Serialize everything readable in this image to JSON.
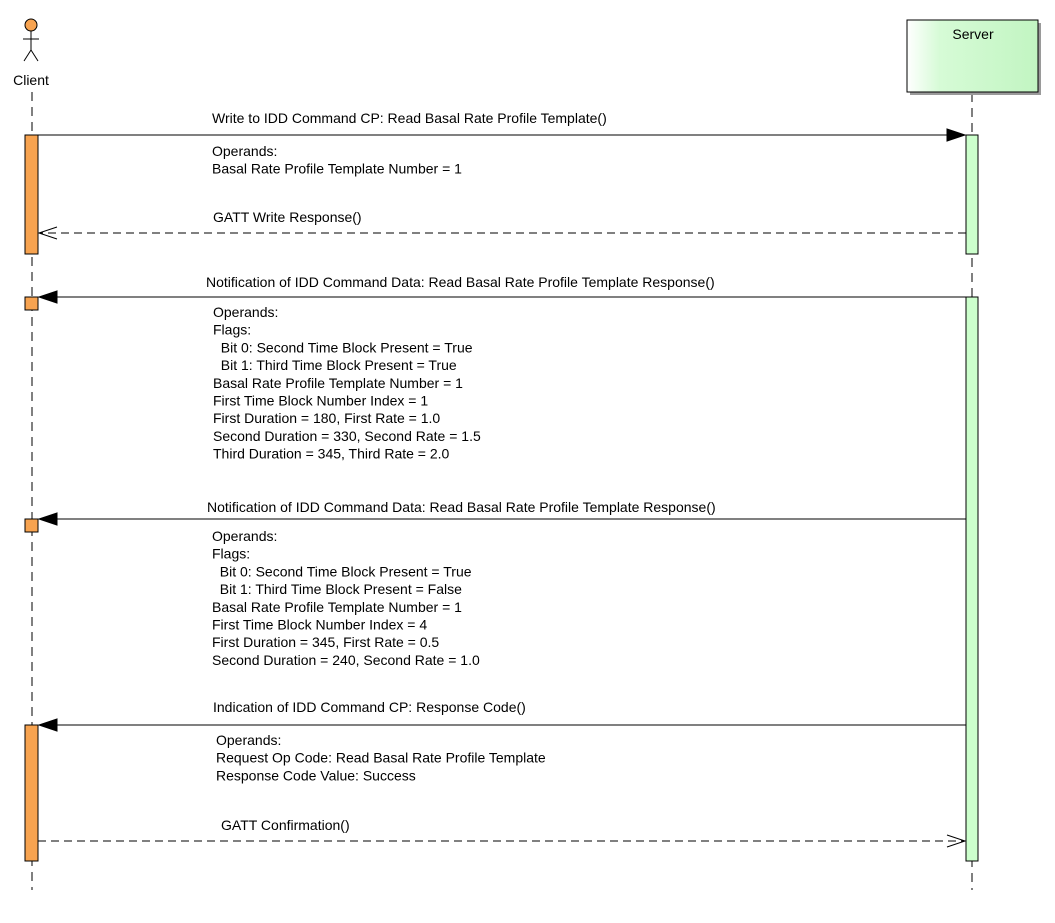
{
  "participants": {
    "client": {
      "label": "Client",
      "color": "#F7A350"
    },
    "server": {
      "label": "Server",
      "color": "#CCFFCC"
    }
  },
  "messages": [
    {
      "label": "Write to IDD Command CP: Read Basal Rate Profile Template()",
      "direction": "client-to-server",
      "style": "solid",
      "notes": [
        "Operands:",
        "Basal Rate Profile Template Number = 1"
      ]
    },
    {
      "label": "GATT Write Response()",
      "direction": "server-to-client",
      "style": "dashed",
      "notes": []
    },
    {
      "label": "Notification of IDD Command Data: Read Basal Rate Profile Template Response()",
      "direction": "server-to-client",
      "style": "solid",
      "notes": [
        "Operands:",
        "Flags:",
        "  Bit 0: Second Time Block Present = True",
        "  Bit 1: Third Time Block Present = True",
        "Basal Rate Profile Template Number = 1",
        "First Time Block Number Index = 1",
        "First Duration = 180, First Rate = 1.0",
        "Second Duration = 330, Second Rate = 1.5",
        "Third Duration = 345, Third Rate = 2.0"
      ]
    },
    {
      "label": "Notification of IDD Command Data: Read Basal Rate Profile Template Response()",
      "direction": "server-to-client",
      "style": "solid",
      "notes": [
        "Operands:",
        "Flags:",
        "  Bit 0: Second Time Block Present = True",
        "  Bit 1: Third Time Block Present = False",
        "Basal Rate Profile Template Number = 1",
        "First Time Block Number Index = 4",
        "First Duration = 345, First Rate = 0.5",
        "Second Duration = 240, Second Rate = 1.0"
      ]
    },
    {
      "label": "Indication of IDD Command CP: Response Code()",
      "direction": "server-to-client",
      "style": "solid",
      "notes": [
        "Operands:",
        "Request Op Code: Read Basal Rate Profile Template",
        "Response Code Value: Success"
      ]
    },
    {
      "label": "GATT Confirmation()",
      "direction": "client-to-server",
      "style": "dashed",
      "notes": []
    }
  ]
}
